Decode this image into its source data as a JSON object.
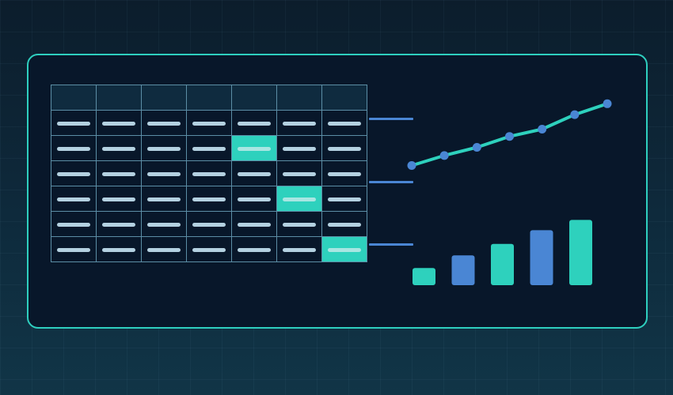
{
  "table": {
    "columns": 7,
    "rows": 7,
    "header_rows": 1,
    "highlighted_cells": [
      {
        "row": 2,
        "col": 4
      },
      {
        "row": 4,
        "col": 5
      },
      {
        "row": 6,
        "col": 6
      }
    ]
  },
  "chart_data": [
    {
      "type": "line",
      "x": [
        1,
        2,
        3,
        4,
        5,
        6,
        7
      ],
      "values": [
        1.0,
        2.1,
        3.0,
        4.2,
        5.0,
        6.6,
        7.8
      ],
      "ylim": [
        0,
        8
      ]
    },
    {
      "type": "bar",
      "values": [
        1.5,
        2.6,
        3.6,
        4.8,
        5.7
      ],
      "ylim": [
        0,
        6
      ]
    }
  ],
  "colors": {
    "accent": "#2ed1bd",
    "blue": "#4a86d4",
    "panel_border": "#2ecfbf",
    "panel_bg": "#08172a"
  }
}
